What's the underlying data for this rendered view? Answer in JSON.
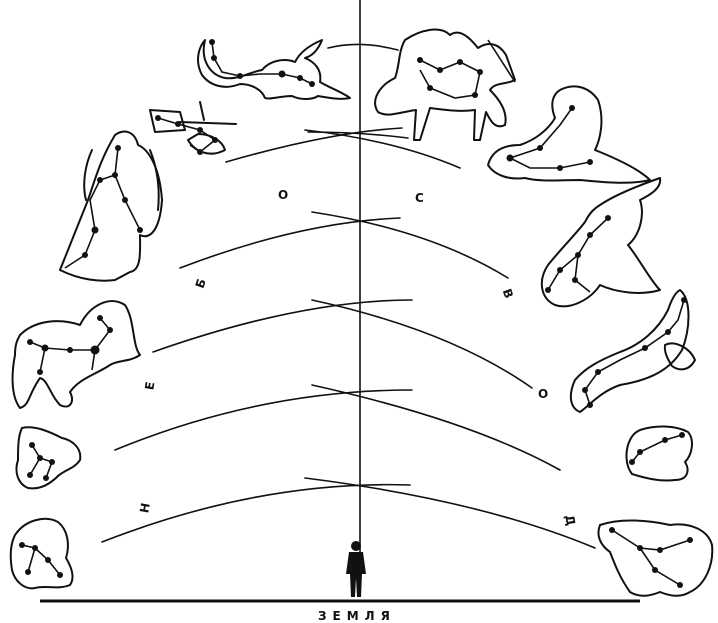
{
  "ground_label": "ЗЕМЛЯ",
  "sky_letters": {
    "o_left": "О",
    "s_right": "С",
    "b_left": "Б",
    "v_right": "В",
    "e_left": "Е",
    "o_right": "О",
    "n_left": "Н",
    "d_right": "Д"
  },
  "constellations": [
    {
      "key": "scorpius",
      "icon": "scorpion-constellation-icon"
    },
    {
      "key": "sagittarius",
      "icon": "centaur-archer-constellation-icon"
    },
    {
      "key": "libra",
      "icon": "scales-constellation-icon"
    },
    {
      "key": "virgo",
      "icon": "maiden-constellation-icon"
    },
    {
      "key": "capricornus",
      "icon": "sea-goat-constellation-icon"
    },
    {
      "key": "aquarius",
      "icon": "water-bearer-constellation-icon"
    },
    {
      "key": "leo",
      "icon": "lion-constellation-icon"
    },
    {
      "key": "pisces",
      "icon": "fish-constellation-icon"
    },
    {
      "key": "cancer",
      "icon": "crab-constellation-icon"
    },
    {
      "key": "aries",
      "icon": "ram-constellation-icon"
    },
    {
      "key": "gemini",
      "icon": "twins-constellation-icon"
    },
    {
      "key": "taurus",
      "icon": "bull-constellation-icon"
    }
  ],
  "observer_icon": "person-silhouette-icon"
}
